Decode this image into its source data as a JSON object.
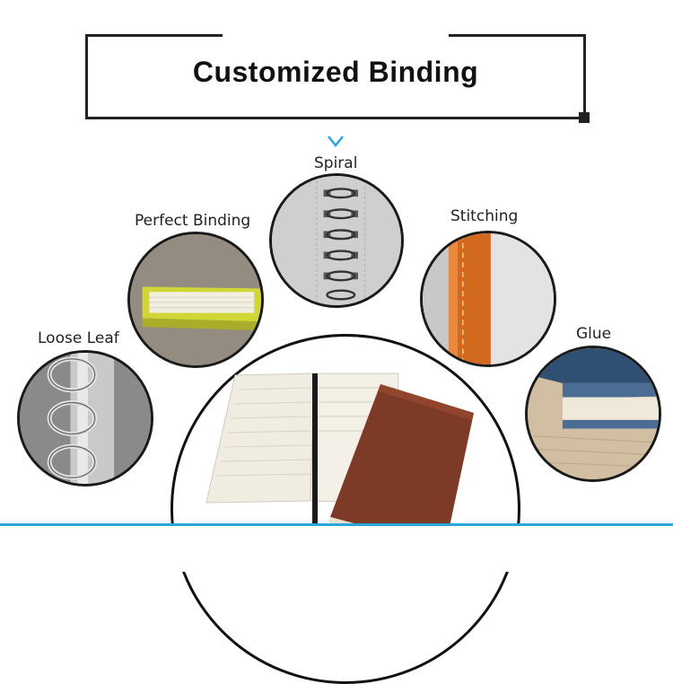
{
  "title": "Customized Binding",
  "icons": {
    "pointer": "chevron-down-icon"
  },
  "colors": {
    "accent_line": "#2aa6dc",
    "frame": "#222222",
    "chevron": "#2aa6dc"
  },
  "bindings": [
    {
      "key": "spiral",
      "label": "Spiral"
    },
    {
      "key": "perfect",
      "label": "Perfect Binding"
    },
    {
      "key": "stitching",
      "label": "Stitching"
    },
    {
      "key": "loose",
      "label": "Loose Leaf"
    },
    {
      "key": "glue",
      "label": "Glue"
    }
  ]
}
